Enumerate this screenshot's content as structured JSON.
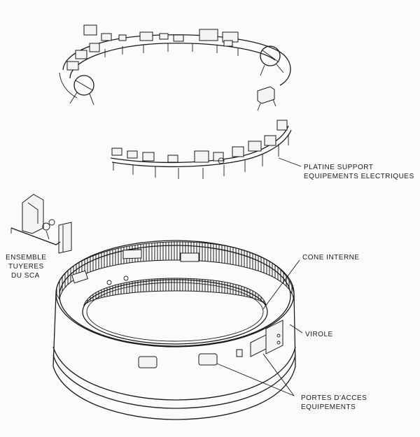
{
  "labels": {
    "platine_line1": "PLATINE SUPPORT",
    "platine_line2": "EQUIPEMENTS ELECTRIQUES",
    "ensemble_line1": "ENSEMBLE",
    "ensemble_line2": "TUYERES",
    "ensemble_line3": "DU SCA",
    "cone": "CONE INTERNE",
    "virole": "VIROLE",
    "portes_line1": "PORTES D'ACCES",
    "portes_line2": "EQUIPEMENTS"
  },
  "colors": {
    "ink": "#1a1a1a",
    "paper": "#fbfbfb"
  }
}
